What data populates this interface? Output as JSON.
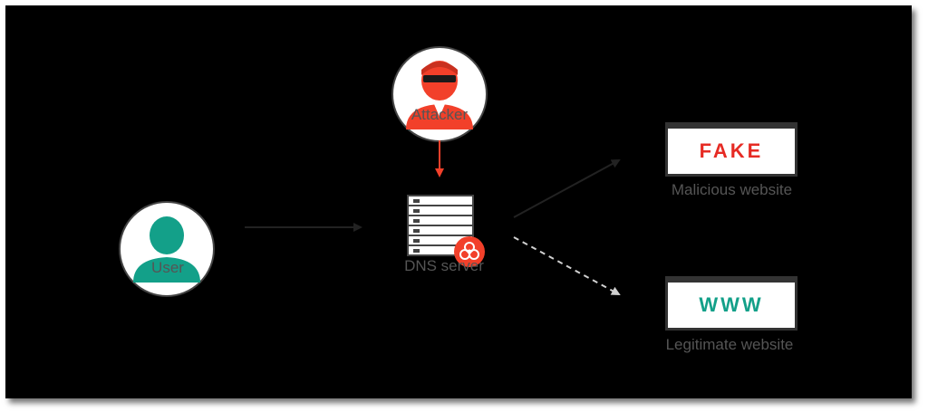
{
  "nodes": {
    "attacker": {
      "label": "Attacker"
    },
    "user": {
      "label": "User"
    },
    "dns_server": {
      "label": "DNS server"
    },
    "malicious": {
      "label": "Malicious website",
      "screen_text": "FAKE"
    },
    "legitimate": {
      "label": "Legitimate website",
      "screen_text": "WWW"
    }
  },
  "colors": {
    "attacker": "#f2402a",
    "user": "#13a089",
    "fake_text": "#e62b24",
    "www_text": "#13a089",
    "outline": "#333333"
  },
  "icons": {
    "attacker": "hacker-avatar-icon",
    "user": "user-avatar-icon",
    "dns_server": "server-rack-icon",
    "badge": "biohazard-icon"
  }
}
